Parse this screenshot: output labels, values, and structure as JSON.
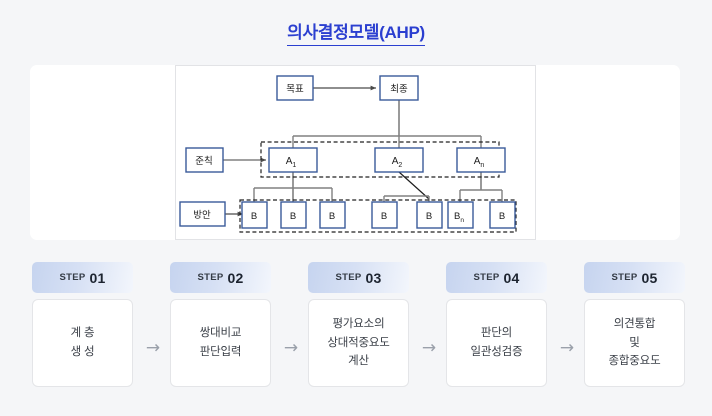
{
  "title": "의사결정모델(AHP)",
  "colors": {
    "title_blue": "#2b3fd0",
    "box_border": "#3a5a9a",
    "connector": "#808080",
    "dashed": "#222222",
    "page_bg": "#f5f6f8",
    "step_head_from": "#c6d4ef",
    "step_head_to": "#f3f6fc"
  },
  "diagram": {
    "nodes": {
      "goal": "목표",
      "final": "최종",
      "criteria_label": "준칙",
      "alternatives_label": "방안",
      "a1": "A",
      "a1_sub": "1",
      "a2": "A",
      "a2_sub": "2",
      "an": "A",
      "an_sub": "n",
      "b": "B",
      "bn": "B",
      "bn_sub": "n"
    },
    "b_nodes": [
      {
        "label": "B",
        "sub": ""
      },
      {
        "label": "B",
        "sub": ""
      },
      {
        "label": "B",
        "sub": ""
      },
      {
        "label": "B",
        "sub": ""
      },
      {
        "label": "B",
        "sub": ""
      },
      {
        "label": "B",
        "sub": "n"
      },
      {
        "label": "B",
        "sub": ""
      }
    ]
  },
  "steps": [
    {
      "label": "STEP",
      "num": "01",
      "text": "계 층\n생 성"
    },
    {
      "label": "STEP",
      "num": "02",
      "text": "쌍대비교\n판단입력"
    },
    {
      "label": "STEP",
      "num": "03",
      "text": "평가요소의\n상대적중요도\n계산"
    },
    {
      "label": "STEP",
      "num": "04",
      "text": "판단의\n일관성검증"
    },
    {
      "label": "STEP",
      "num": "05",
      "text": "의견통합\n및\n종합중요도"
    }
  ],
  "arrows": [
    "→",
    "→",
    "→",
    "→"
  ]
}
